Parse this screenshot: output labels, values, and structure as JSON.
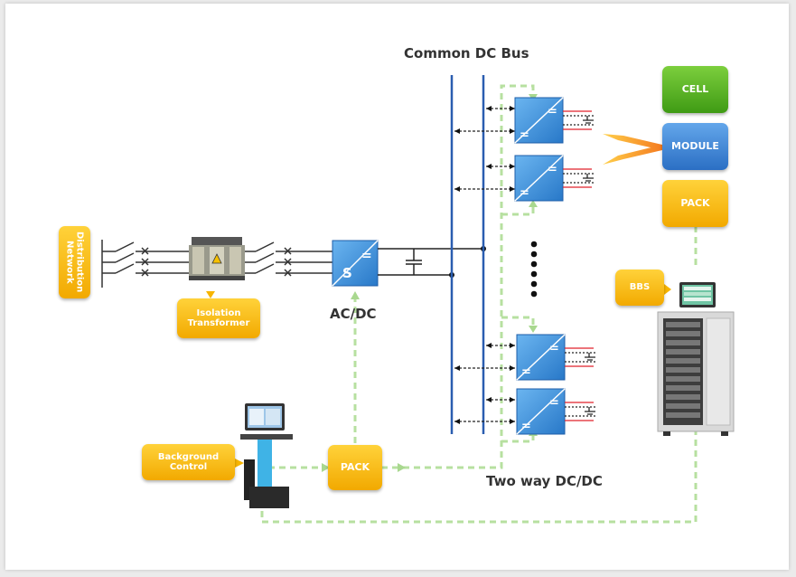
{
  "bus_title": "Common DC Bus",
  "acdc_label": "AC/DC",
  "dcdc_label": "Two way DC/DC",
  "distribution_label": "Distribution Network",
  "isolation_label": "Isolation Transformer",
  "background_label": "Background Control",
  "pack_left_label": "PACK",
  "bbs_label": "BBS",
  "cell_label": "CELL",
  "module_label": "MODULE",
  "pack_right_label": "PACK",
  "converter_symbol": "=",
  "inverter_symbol": "S",
  "colors": {
    "bus_blue": "#2a5db0",
    "feedback_green": "#b7e0a0",
    "arrow_orange": "#f7941d",
    "converter_blue": "#3a8fd9"
  }
}
